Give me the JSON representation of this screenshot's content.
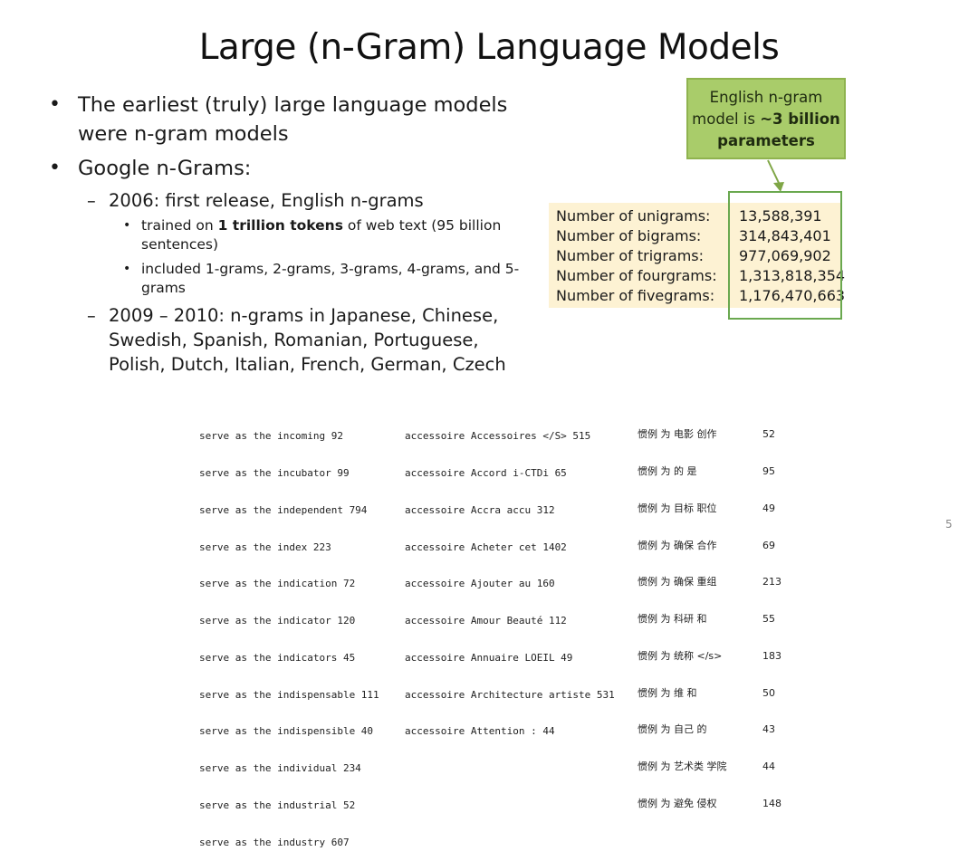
{
  "slide": {
    "title": "Large (n-Gram) Language Models",
    "page_number": "5"
  },
  "bullets": {
    "b1": "The earliest (truly) large language models were n-gram models",
    "b2": "Google n-Grams:",
    "b2_sub1": "2006: first release, English n-grams",
    "b2_sub1_a_pre": "trained on ",
    "b2_sub1_a_bold": "1 trillion tokens",
    "b2_sub1_a_post": " of web text (95 billion sentences)",
    "b2_sub1_b": "included 1-grams, 2-grams, 3-grams, 4-grams, and 5-grams",
    "b2_sub2": "2009 – 2010: n-grams in Japanese, Chinese, Swedish, Spanish, Romanian, Portuguese, Polish, Dutch, Italian, French, German, Czech"
  },
  "callout": {
    "line1": "English n-gram",
    "line2_pre": "model is ",
    "line2_bold": "~3 billion",
    "line3_bold": "parameters"
  },
  "counts": [
    {
      "label": "Number of unigrams:",
      "value": "13,588,391"
    },
    {
      "label": "Number of bigrams:",
      "value": "314,843,401"
    },
    {
      "label": "Number of trigrams:",
      "value": "977,069,902"
    },
    {
      "label": "Number of fourgrams:",
      "value": "1,313,818,354"
    },
    {
      "label": "Number of fivegrams:",
      "value": "1,176,470,663"
    }
  ],
  "samples": {
    "english": [
      "serve as the incoming 92",
      "serve as the incubator 99",
      "serve as the independent 794",
      "serve as the index 223",
      "serve as the indication 72",
      "serve as the indicator 120",
      "serve as the indicators 45",
      "serve as the indispensable 111",
      "serve as the indispensible 40",
      "serve as the individual 234",
      "serve as the industrial 52",
      "serve as the industry 607"
    ],
    "french": [
      "accessoire Accessoires </S> 515",
      "accessoire Accord i-CTDi 65",
      "accessoire Accra accu 312",
      "accessoire Acheter cet 1402",
      "accessoire Ajouter au 160",
      "accessoire Amour Beauté 112",
      "accessoire Annuaire LOEIL 49",
      "accessoire Architecture artiste 531",
      "accessoire Attention : 44"
    ],
    "chinese": [
      {
        "text": "惯例 为 电影 创作",
        "count": "52"
      },
      {
        "text": "惯例 为 的 是",
        "count": "95"
      },
      {
        "text": "惯例 为 目标 职位",
        "count": "49"
      },
      {
        "text": "惯例 为 确保 合作",
        "count": "69"
      },
      {
        "text": "惯例 为 确保 重组",
        "count": "213"
      },
      {
        "text": "惯例 为 科研 和",
        "count": "55"
      },
      {
        "text": "惯例 为 统称 </s>",
        "count": "183"
      },
      {
        "text": "惯例 为 维 和",
        "count": "50"
      },
      {
        "text": "惯例 为 自己 的",
        "count": "43"
      },
      {
        "text": "惯例 为 艺术类 学院",
        "count": "44"
      },
      {
        "text": "惯例 为 避免 侵权",
        "count": "148"
      }
    ]
  },
  "colors": {
    "callout_fill": "#a9cc6a",
    "table_fill": "#fdf2d3",
    "highlight_border": "#6aa84f"
  }
}
